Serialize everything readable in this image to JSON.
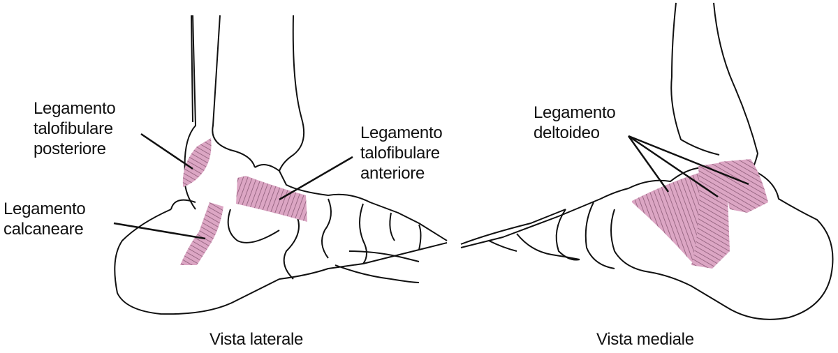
{
  "diagram": {
    "type": "anatomical-illustration",
    "subject": "Ankle ligaments",
    "colors": {
      "outline": "#111111",
      "ligament": "#d9a3c1",
      "ligament_fiber": "#8a5a76",
      "background": "#ffffff"
    },
    "panels": [
      {
        "caption": "Vista laterale",
        "labels": [
          {
            "text": "Legamento\ntalofibulare\nposteriore"
          },
          {
            "text": "Legamento\ncalcaneare"
          },
          {
            "text": "Legamento\ntalofibulare\nanteriore"
          }
        ]
      },
      {
        "caption": "Vista mediale",
        "labels": [
          {
            "text": "Legamento\ndeltoideo"
          }
        ]
      }
    ]
  }
}
